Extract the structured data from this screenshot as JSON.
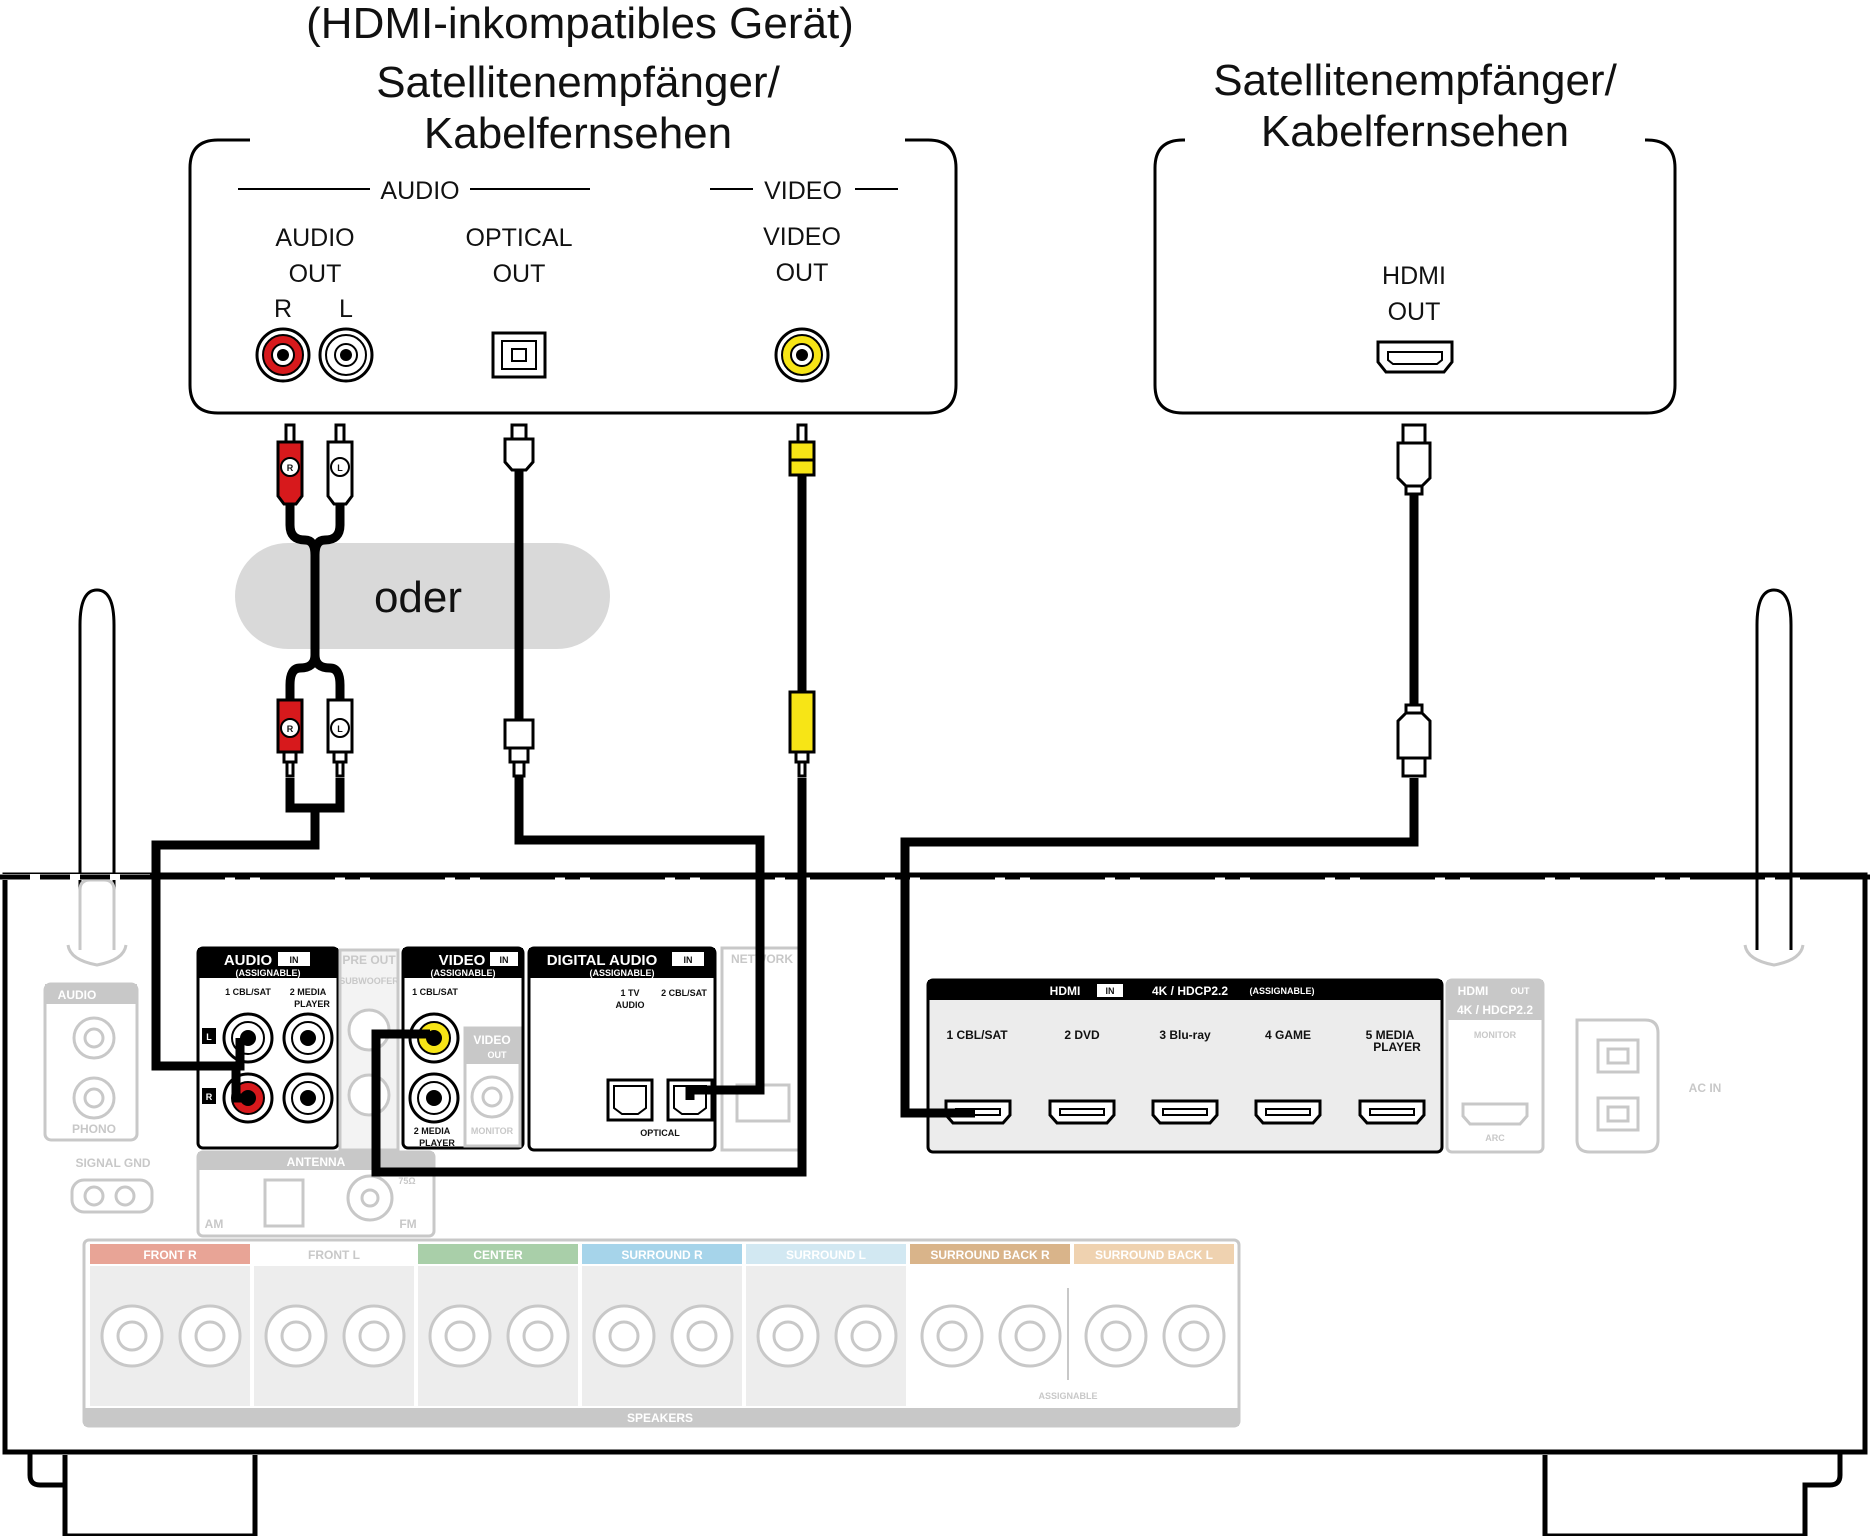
{
  "left_device": {
    "note": "(HDMI-inkompatibles Gerät)",
    "title_line1": "Satellitenempfänger/",
    "title_line2": "Kabelfernsehen",
    "audio_group": "AUDIO",
    "video_group": "VIDEO",
    "audio_out_1": "AUDIO",
    "audio_out_2": "OUT",
    "r_label": "R",
    "l_label": "L",
    "optical_out_1": "OPTICAL",
    "optical_out_2": "OUT",
    "video_out_1": "VIDEO",
    "video_out_2": "OUT"
  },
  "right_device": {
    "title_line1": "Satellitenempfänger/",
    "title_line2": "Kabelfernsehen",
    "hdmi_out_1": "HDMI",
    "hdmi_out_2": "OUT"
  },
  "cables": {
    "or_label": "oder",
    "plug_r": "R",
    "plug_l": "L"
  },
  "receiver": {
    "audio_in_title": "AUDIO",
    "in_badge": "IN",
    "assignable": "(ASSIGNABLE)",
    "audio_in_inputs_1": "1 CBL/SAT",
    "audio_in_inputs_2": "2  MEDIA",
    "audio_in_inputs_3": "PLAYER",
    "jack_l": "L",
    "jack_r": "R",
    "pre_out": "PRE OUT",
    "subwoofer": "SUBWOOFER",
    "video_in_title": "VIDEO",
    "video_in_input_1": "1 CBL/SAT",
    "video_in_input_2": "2  MEDIA",
    "video_in_input_3": "PLAYER",
    "video_out_title": "VIDEO",
    "out_badge": "OUT",
    "monitor": "MONITOR",
    "digital_audio_title": "DIGITAL AUDIO",
    "digital_in_1": "1   TV",
    "digital_in_1b": "AUDIO",
    "digital_in_2": "2 CBL/SAT",
    "optical": "OPTICAL",
    "network": "NETWORK",
    "phono_audio_in": "AUDIO",
    "phono": "PHONO",
    "signal_gnd": "SIGNAL GND",
    "antenna": "ANTENNA",
    "am": "AM",
    "fm": "FM",
    "ohm": "75Ω",
    "hdmi_in_title": "HDMI",
    "hdmi_in_spec": "4K / HDCP2.2",
    "hdmi_assignable": "(ASSIGNABLE)",
    "hdmi_inputs": [
      "1  CBL/SAT",
      "2  DVD",
      "3  Blu-ray",
      "4  GAME",
      "5  MEDIA"
    ],
    "hdmi_input_5b": "PLAYER",
    "hdmi_out_title": "HDMI",
    "hdmi_out_spec": "4K / HDCP2.2",
    "hdmi_monitor": "MONITOR",
    "arc": "ARC",
    "ac_in": "AC IN",
    "speakers": "SPEAKERS",
    "speaker_groups": [
      "FRONT",
      "FRONT",
      "CENTER",
      "SURROUND",
      "SURROUND",
      "SURROUND BACK",
      "SURROUND BACK"
    ],
    "speaker_sides": [
      "R",
      "L",
      "",
      "R",
      "L",
      "R",
      "L"
    ],
    "speaker_colors": [
      "#e8a496",
      "#ffffff",
      "#a9cfa9",
      "#a6d4ea",
      "#d2e8f2",
      "#d9b48a",
      "#efd2b0"
    ],
    "assignable_label": "ASSIGNABLE"
  },
  "colors": {
    "red_plug": "#d7191c",
    "white_plug": "#ffffff",
    "yellow_plug": "#f7e516",
    "cable": "#000000",
    "oder_bg": "#d9d9d9",
    "faint": "#c8c8c8"
  }
}
